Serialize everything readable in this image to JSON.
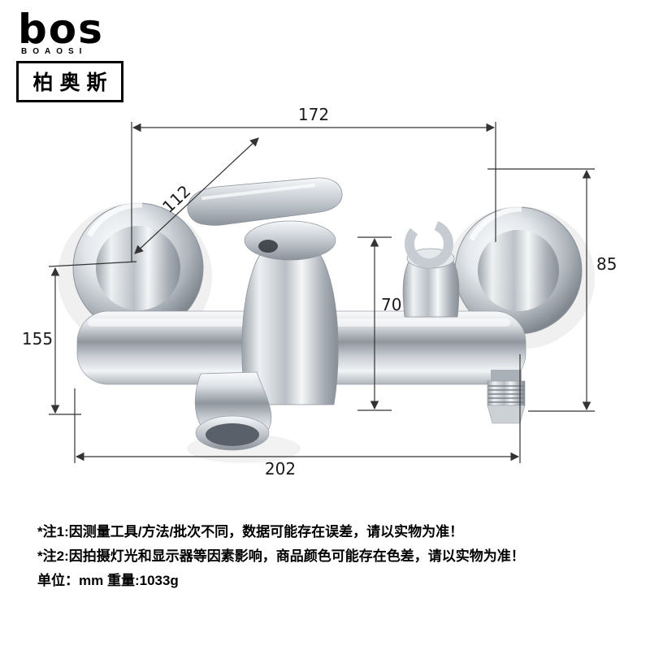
{
  "brand": {
    "logo": "bos",
    "sub": "BOAOSI",
    "cn": "柏奥斯"
  },
  "dimensions": {
    "top_width": "172",
    "depth": "112",
    "right_height": "85",
    "center_height": "70",
    "left_height": "155",
    "bottom_width": "202"
  },
  "notes": {
    "note1": "*注1:因测量工具/方法/批次不同，数据可能存在误差，请以实物为准！",
    "note2": "*注2:因拍摄灯光和显示器等因素影响，商品颜色可能存在色差，请以实物为准！",
    "unit_weight": "单位：mm  重量:1033g"
  },
  "colors": {
    "dimension_line": "#333333",
    "text": "#000000",
    "background": "#ffffff"
  }
}
